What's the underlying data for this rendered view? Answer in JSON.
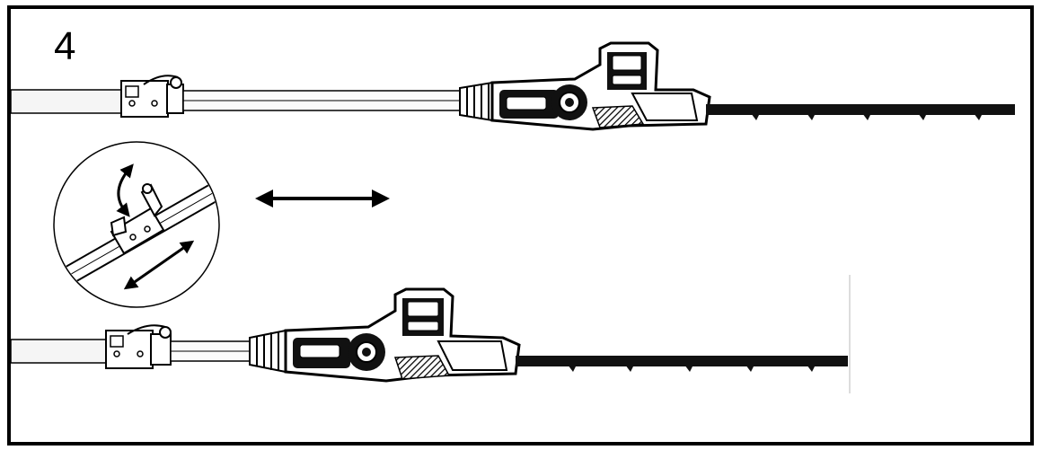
{
  "figure": {
    "step_number": "4",
    "illustrations": [
      {
        "id": "tool-extended"
      },
      {
        "id": "tool-retracted"
      },
      {
        "id": "detail-clamp"
      }
    ],
    "arrows": [
      "telescopic-adjust-arrow",
      "clamp-slide-arrow",
      "lever-rotate-arrow"
    ],
    "colors": {
      "line": "#000000",
      "fill_dark": "#111111",
      "fill_mid": "#555555",
      "fill_light": "#ffffff",
      "pole": "#f4f4f4"
    }
  }
}
